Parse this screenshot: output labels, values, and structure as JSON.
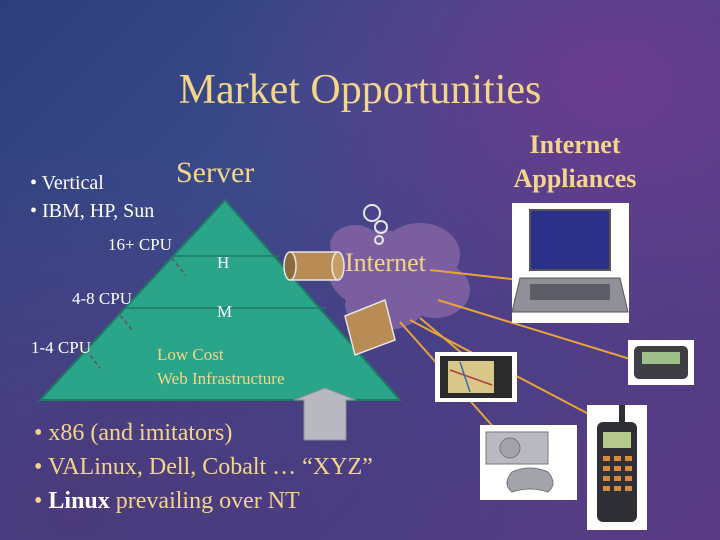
{
  "title": "Market Opportunities",
  "server": {
    "label": "Server",
    "bullets": [
      "• Vertical",
      "• IBM, HP, Sun"
    ]
  },
  "pyramid": {
    "cpu_labels": [
      "16+ CPU",
      "4-8 CPU",
      "1-4 CPU"
    ],
    "tiers": [
      "H",
      "M"
    ],
    "low_cost": [
      "Low Cost",
      "Web Infrastructure"
    ]
  },
  "internet": {
    "label": "Internet"
  },
  "appliances": {
    "label_line1": "Internet",
    "label_line2": "Appliances"
  },
  "bottom_bullets": {
    "line1": "• x86 (and imitators)",
    "line2": "• VALinux, Dell, Cobalt … “XYZ”",
    "line3_prefix": "• ",
    "line3_bold": "Linux",
    "line3_rest": " prevailing over NT"
  },
  "colors": {
    "title": "#f3d68a",
    "pyramid": "#2aa58a",
    "cloud": "#7a5ea0",
    "background": "#3a4a8a"
  }
}
